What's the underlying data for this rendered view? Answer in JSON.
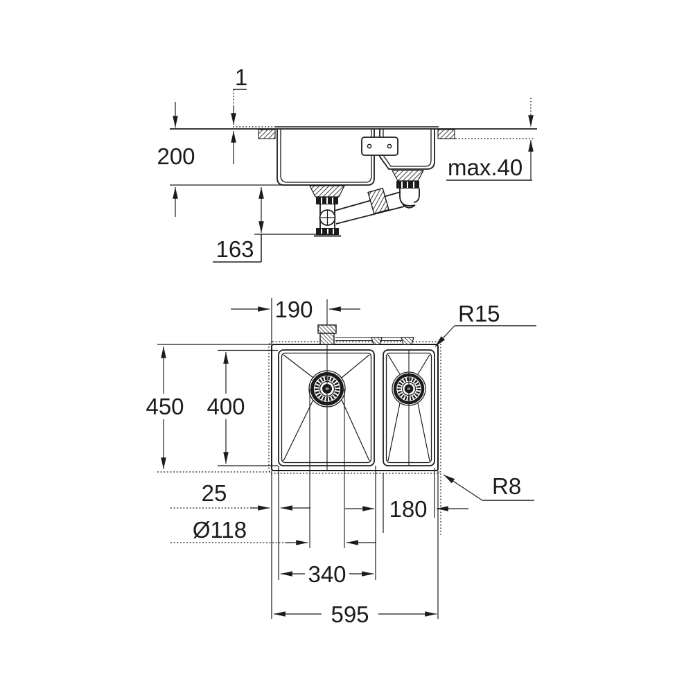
{
  "drawing": {
    "side_view": {
      "rim_height": "1",
      "bowl_depth": "200",
      "max_counter_thickness": "max.40",
      "trap_depth": "163"
    },
    "plan_view": {
      "drain_center_offset": "190",
      "bowl_corner_radius": "R15",
      "overall_depth": "450",
      "bowl_inner_depth": "400",
      "edge_to_bowl": "25",
      "small_bowl_width": "180",
      "drain_hole_diameter": "Ø118",
      "main_bowl_width": "340",
      "overall_width": "595",
      "outer_corner_radius": "R8"
    }
  }
}
